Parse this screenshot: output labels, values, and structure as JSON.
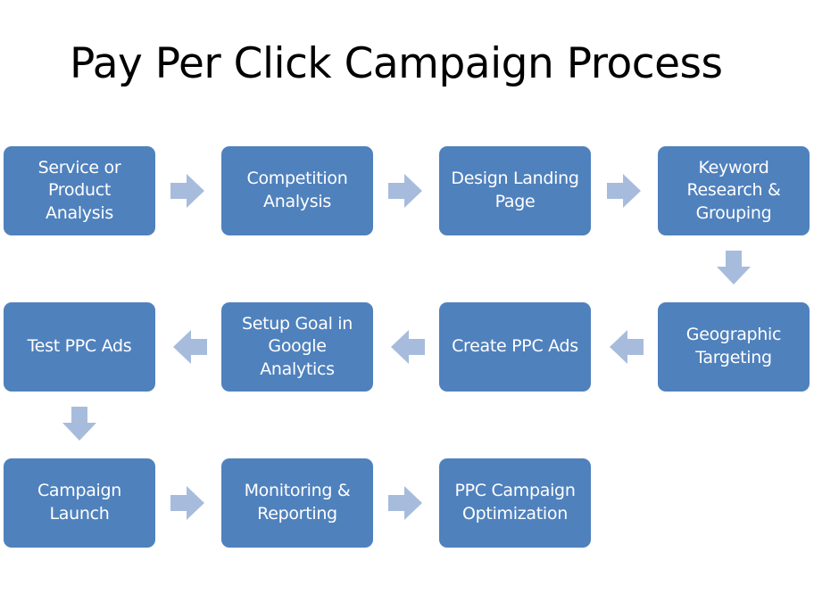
{
  "title": "Pay Per Click Campaign Process",
  "colors": {
    "box_fill": "#4f81bd",
    "box_text": "#ffffff",
    "arrow_fill": "#a7bcdc"
  },
  "steps": [
    {
      "label": "Service or\nProduct\nAnalysis"
    },
    {
      "label": "Competition\nAnalysis"
    },
    {
      "label": "Design Landing\nPage"
    },
    {
      "label": "Keyword\nResearch &\nGrouping"
    },
    {
      "label": "Geographic\nTargeting"
    },
    {
      "label": "Create PPC Ads"
    },
    {
      "label": "Setup Goal in\nGoogle\nAnalytics"
    },
    {
      "label": "Test PPC Ads"
    },
    {
      "label": "Campaign\nLaunch"
    },
    {
      "label": "Monitoring &\nReporting"
    },
    {
      "label": "PPC Campaign\nOptimization"
    }
  ],
  "arrows": [
    {
      "direction": "right"
    },
    {
      "direction": "right"
    },
    {
      "direction": "right"
    },
    {
      "direction": "down"
    },
    {
      "direction": "left"
    },
    {
      "direction": "left"
    },
    {
      "direction": "left"
    },
    {
      "direction": "down"
    },
    {
      "direction": "right"
    },
    {
      "direction": "right"
    }
  ]
}
